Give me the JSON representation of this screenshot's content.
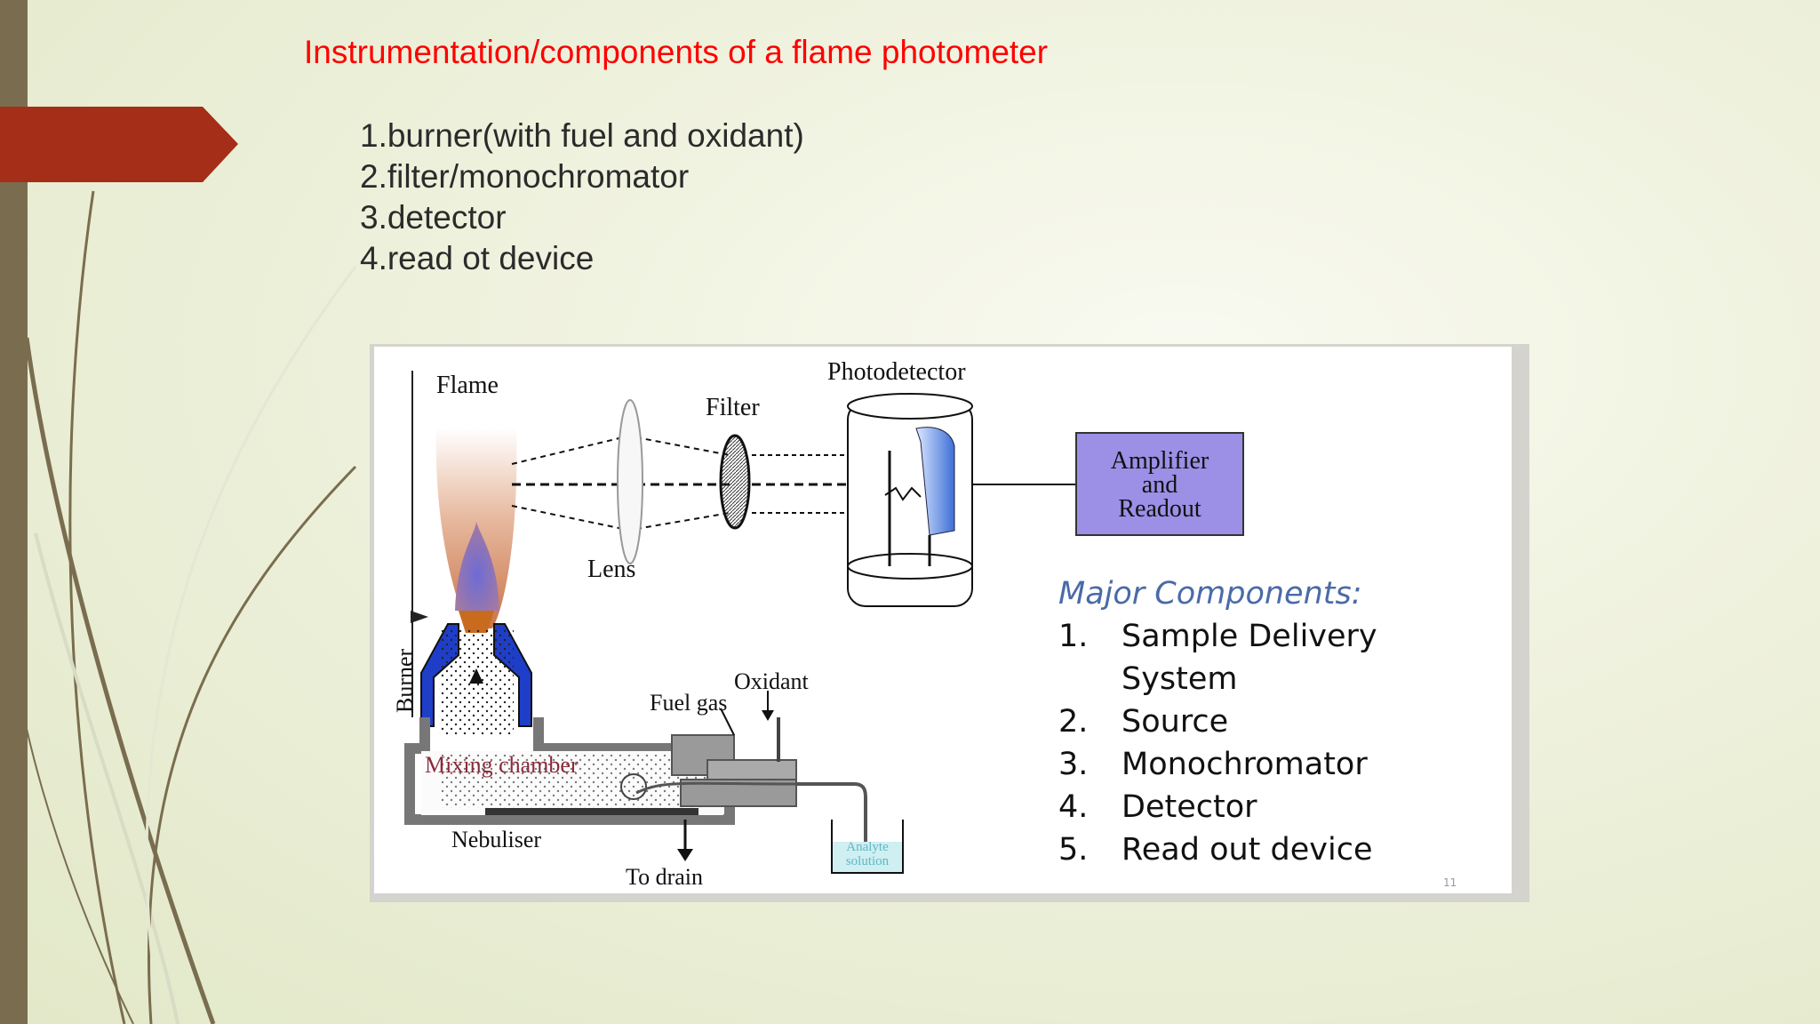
{
  "slide": {
    "title": "Instrumentation/components of a flame photometer",
    "components": [
      "1.burner(with fuel and oxidant)",
      "2.filter/monochromator",
      "3.detector",
      "4.read ot device"
    ]
  },
  "diagram": {
    "labels": {
      "flame": "Flame",
      "filter": "Filter",
      "photodetector": "Photodetector",
      "lens": "Lens",
      "amplifier_line1": "Amplifier",
      "amplifier_line2": "and",
      "amplifier_line3": "Readout",
      "burner": "Burner",
      "oxidant": "Oxidant",
      "fuel_gas": "Fuel gas",
      "mixing_chamber": "Mixing chamber",
      "nebuliser": "Nebuliser",
      "to_drain": "To drain",
      "analyte_line1": "Analyte",
      "analyte_line2": "solution",
      "page_number": "11"
    },
    "major_components": {
      "heading": "Major Components:",
      "items": [
        {
          "num": "1.",
          "text": "Sample Delivery"
        },
        {
          "num": "",
          "text": "System"
        },
        {
          "num": "2.",
          "text": "Source"
        },
        {
          "num": "3.",
          "text": "Monochromator"
        },
        {
          "num": "4.",
          "text": "Detector"
        },
        {
          "num": "5.",
          "text": "Read out device"
        }
      ]
    }
  },
  "colors": {
    "title_red": "#ff0000",
    "flag_red": "#a42e17",
    "left_bar": "#7a6d4f",
    "heading_blue": "#4a6aa8",
    "amplifier_fill": "#9b8fe6",
    "burner_blue": "#1f3ec8"
  }
}
